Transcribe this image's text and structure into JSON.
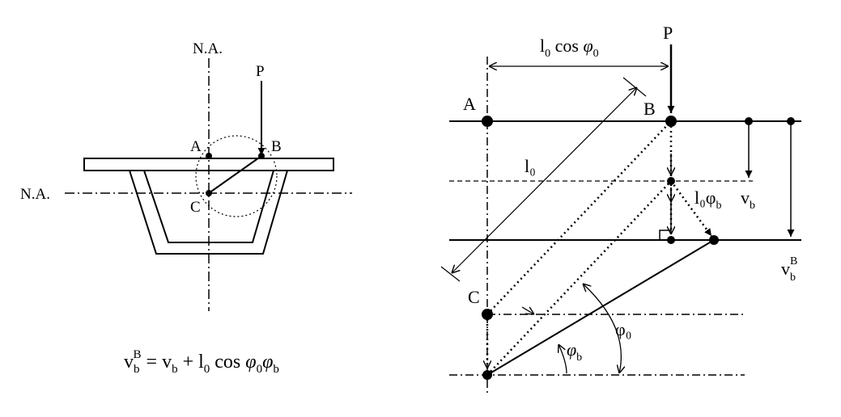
{
  "left_figure": {
    "na_top": "N.A.",
    "na_left": "N.A.",
    "load": "P",
    "point_a": "A",
    "point_b": "B",
    "point_c": "C"
  },
  "formula": {
    "lhs_base": "v",
    "lhs_sub": "b",
    "lhs_sup": "B",
    "eq": " = ",
    "v": "v",
    "v_sub": "b",
    "plus": " + ",
    "l": "l",
    "l_sub": "0",
    "cos": " cos ",
    "phi": "φ",
    "phi_sub": "0",
    "phi2": "φ",
    "phi2_sub": "b"
  },
  "right_figure": {
    "load": "P",
    "point_a": "A",
    "point_b": "B",
    "point_c": "C",
    "dim_top_l": "l",
    "dim_top_l_sub": "0",
    "dim_top_cos": " cos ",
    "dim_top_phi": "φ",
    "dim_top_phi_sub": "0",
    "len_l0": "l₀",
    "rot_l0phib": "l₀φ",
    "rot_l0phib_sub": "b",
    "vb": "v",
    "vb_sub": "b",
    "vbB": "v",
    "vbB_sub": "b",
    "vbB_sup": "B",
    "phi0": "φ₀",
    "phib": "φ",
    "phib_sub": "b"
  }
}
